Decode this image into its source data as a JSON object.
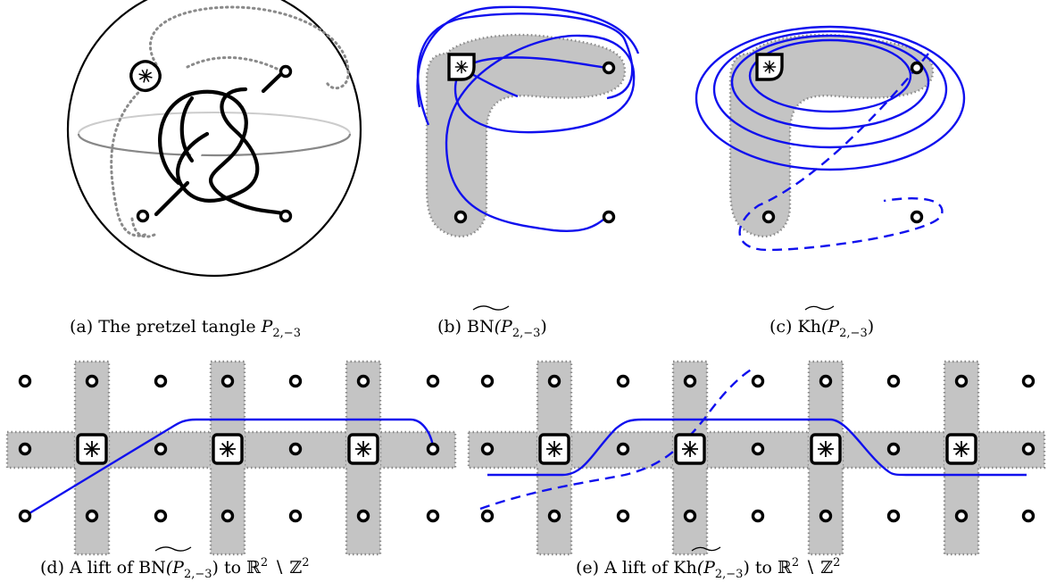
{
  "captions": {
    "a": {
      "text": "(a) The pretzel tangle ",
      "sym": "P",
      "sub": "2,−3"
    },
    "b": {
      "prefix": "(b) ",
      "name": "BN",
      "sym": "(P",
      "sub": "2,−3",
      "close": ")"
    },
    "c": {
      "prefix": "(c) ",
      "name": "Kh",
      "sym": "(P",
      "sub": "2,−3",
      "close": ")"
    },
    "d": {
      "prefix": "(d) A lift of ",
      "name": "BN",
      "sym": "(P",
      "sub": "2,−3",
      "tail": ") to ℝ",
      "sup": "2",
      "end": " ∖ ℤ",
      "sup2": "2"
    },
    "e": {
      "prefix": "(e) A lift of ",
      "name": "Kh",
      "sym": "(P",
      "sub": "2,−3",
      "tail": ") to ℝ",
      "sup": "2",
      "end": " ∖ ℤ",
      "sup2": "2"
    }
  },
  "special_point_symbol": "✻",
  "colors": {
    "curve": "#1010ee",
    "shading": "#c4c4c4",
    "dots": "#8a8a8a"
  }
}
